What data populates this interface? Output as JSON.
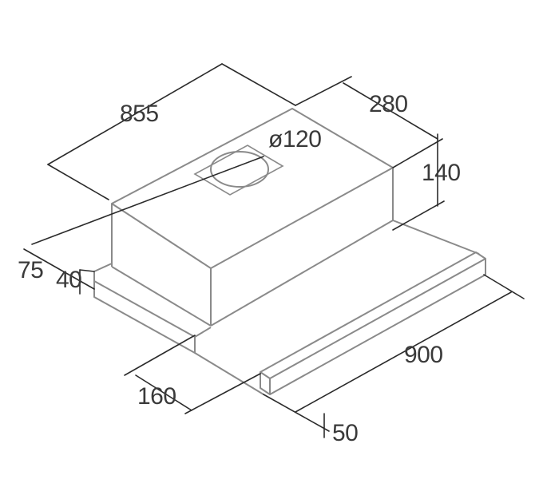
{
  "dimensions": {
    "width_top": "855",
    "depth_top": "280",
    "duct_diameter": "ø120",
    "height": "140",
    "left_75": "75",
    "left_40": "40",
    "front_depth": "160",
    "width_bottom": "900",
    "front_height": "50"
  },
  "colors": {
    "outline": "#8a8a8a",
    "dimension": "#2b2b2b",
    "text": "#3a3a3a"
  }
}
